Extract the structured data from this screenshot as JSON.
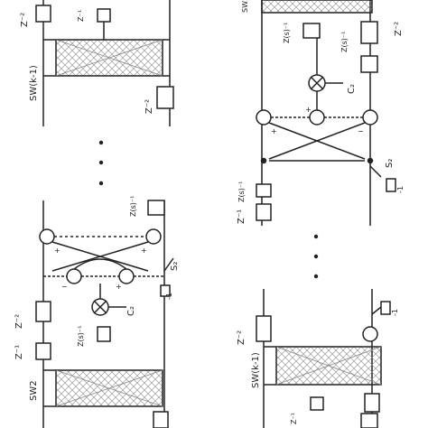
{
  "colors": {
    "ink": "#222222",
    "paper": "#ffffff",
    "hatch": "#444444"
  },
  "left": {
    "sw_top_label": "SW(k-1)",
    "sw_bottom_label": "SW2",
    "z_top_label": "Z⁻²",
    "z_mid_label": "Z⁻²",
    "z_small_label": "Z⁻¹",
    "zh_top_label": "Z(s)⁻¹",
    "zh_mid_label": "Z(s)⁻¹",
    "z_lower_label": "Z⁻²",
    "z_lower2_label": "Z⁻¹",
    "c_label": "C₂",
    "s_label": "S₂",
    "minus_one": "-1",
    "plus": "+",
    "minus": "−"
  },
  "right": {
    "sw_label": "SW(k-1)",
    "sw_top_label": "SW",
    "z_top_label": "Z⁻²",
    "zh_label": "Z(s)⁻¹",
    "zh2_label": "Z(s)⁻¹",
    "zh3_label": "Z(s)⁻¹",
    "z_left_label": "Z⁻¹",
    "z_bottom_label": "Z⁻²",
    "z_bottom2_label": "Z⁻¹",
    "c_label": "C₂",
    "s_label": "S₂",
    "minus_one": "-1",
    "plus": "+",
    "minus": "−"
  }
}
